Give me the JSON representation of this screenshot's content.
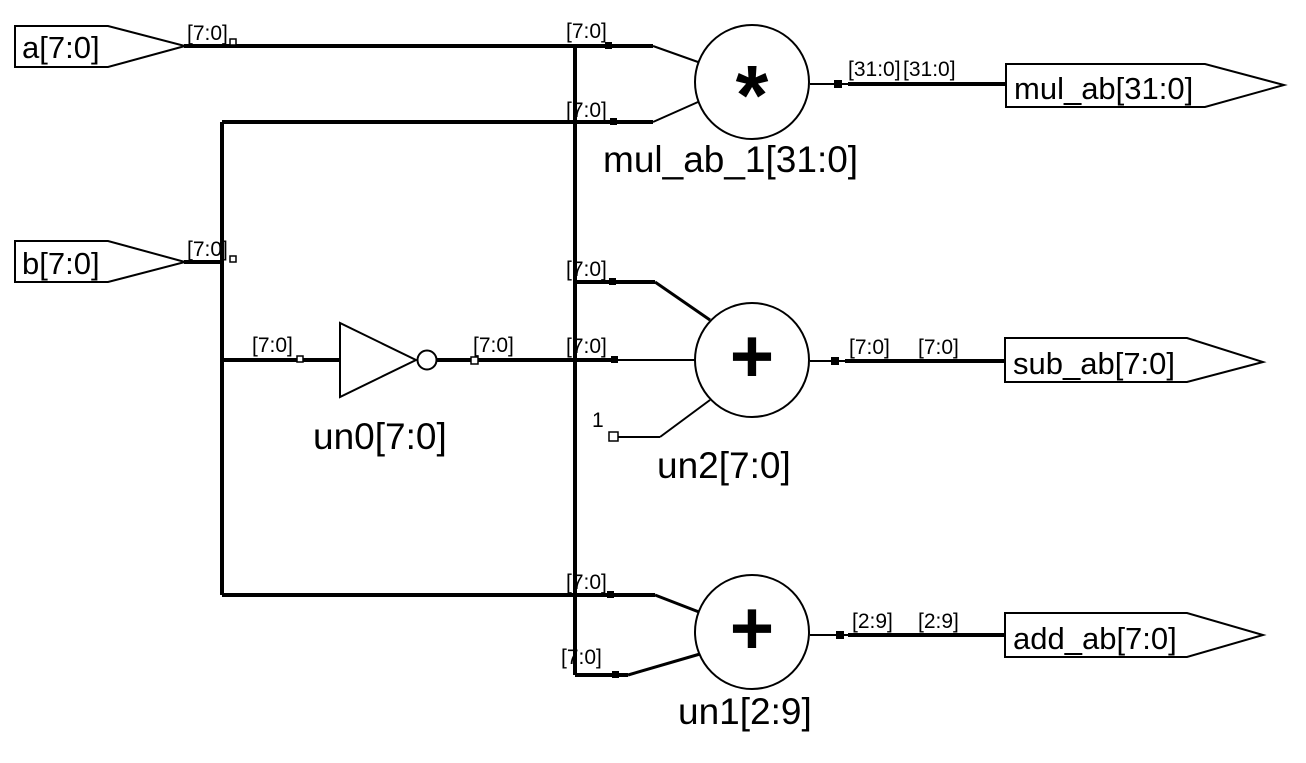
{
  "schematic": {
    "ports": {
      "a": "a[7:0]",
      "b": "b[7:0]",
      "mul_ab": "mul_ab[31:0]",
      "sub_ab": "sub_ab[7:0]",
      "add_ab": "add_ab[7:0]"
    },
    "instances": {
      "multiplier": {
        "operator": "*",
        "label": "mul_ab_1[31:0]"
      },
      "inverter": {
        "label": "un0[7:0]"
      },
      "adder_sub": {
        "operator": "+",
        "label": "un2[7:0]"
      },
      "adder_add": {
        "operator": "+",
        "label": "un1[2:9]"
      }
    },
    "constant_one": "1",
    "bus_labels": {
      "bus_7_0": "[7:0]",
      "bus_31_0": "[31:0]",
      "bus_2_9": "[2:9]"
    },
    "colors": {
      "wire": "#000000",
      "background": "#ffffff"
    }
  }
}
